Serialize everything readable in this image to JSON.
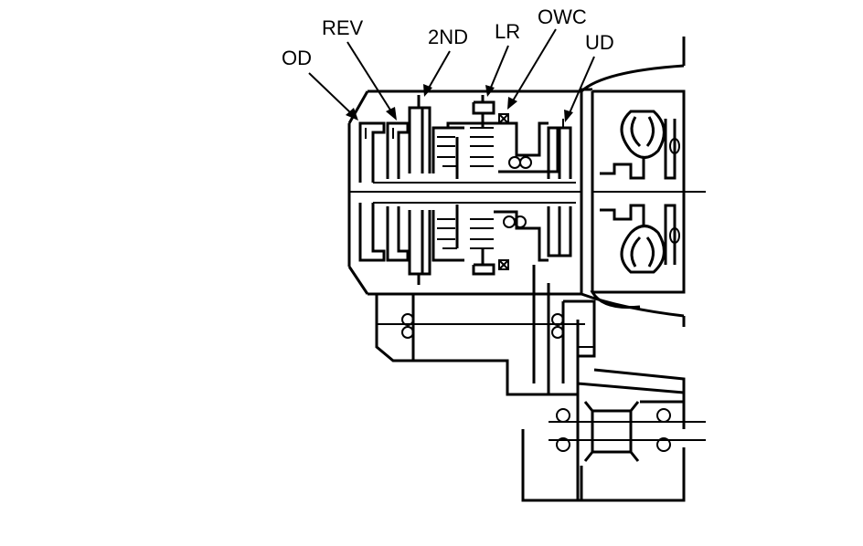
{
  "labels": {
    "od": "OD",
    "rev": "REV",
    "second": "2ND",
    "lr": "LR",
    "owc": "OWC",
    "ud": "UD"
  },
  "colors": {
    "ink": "#000000",
    "paper": "#ffffff"
  }
}
